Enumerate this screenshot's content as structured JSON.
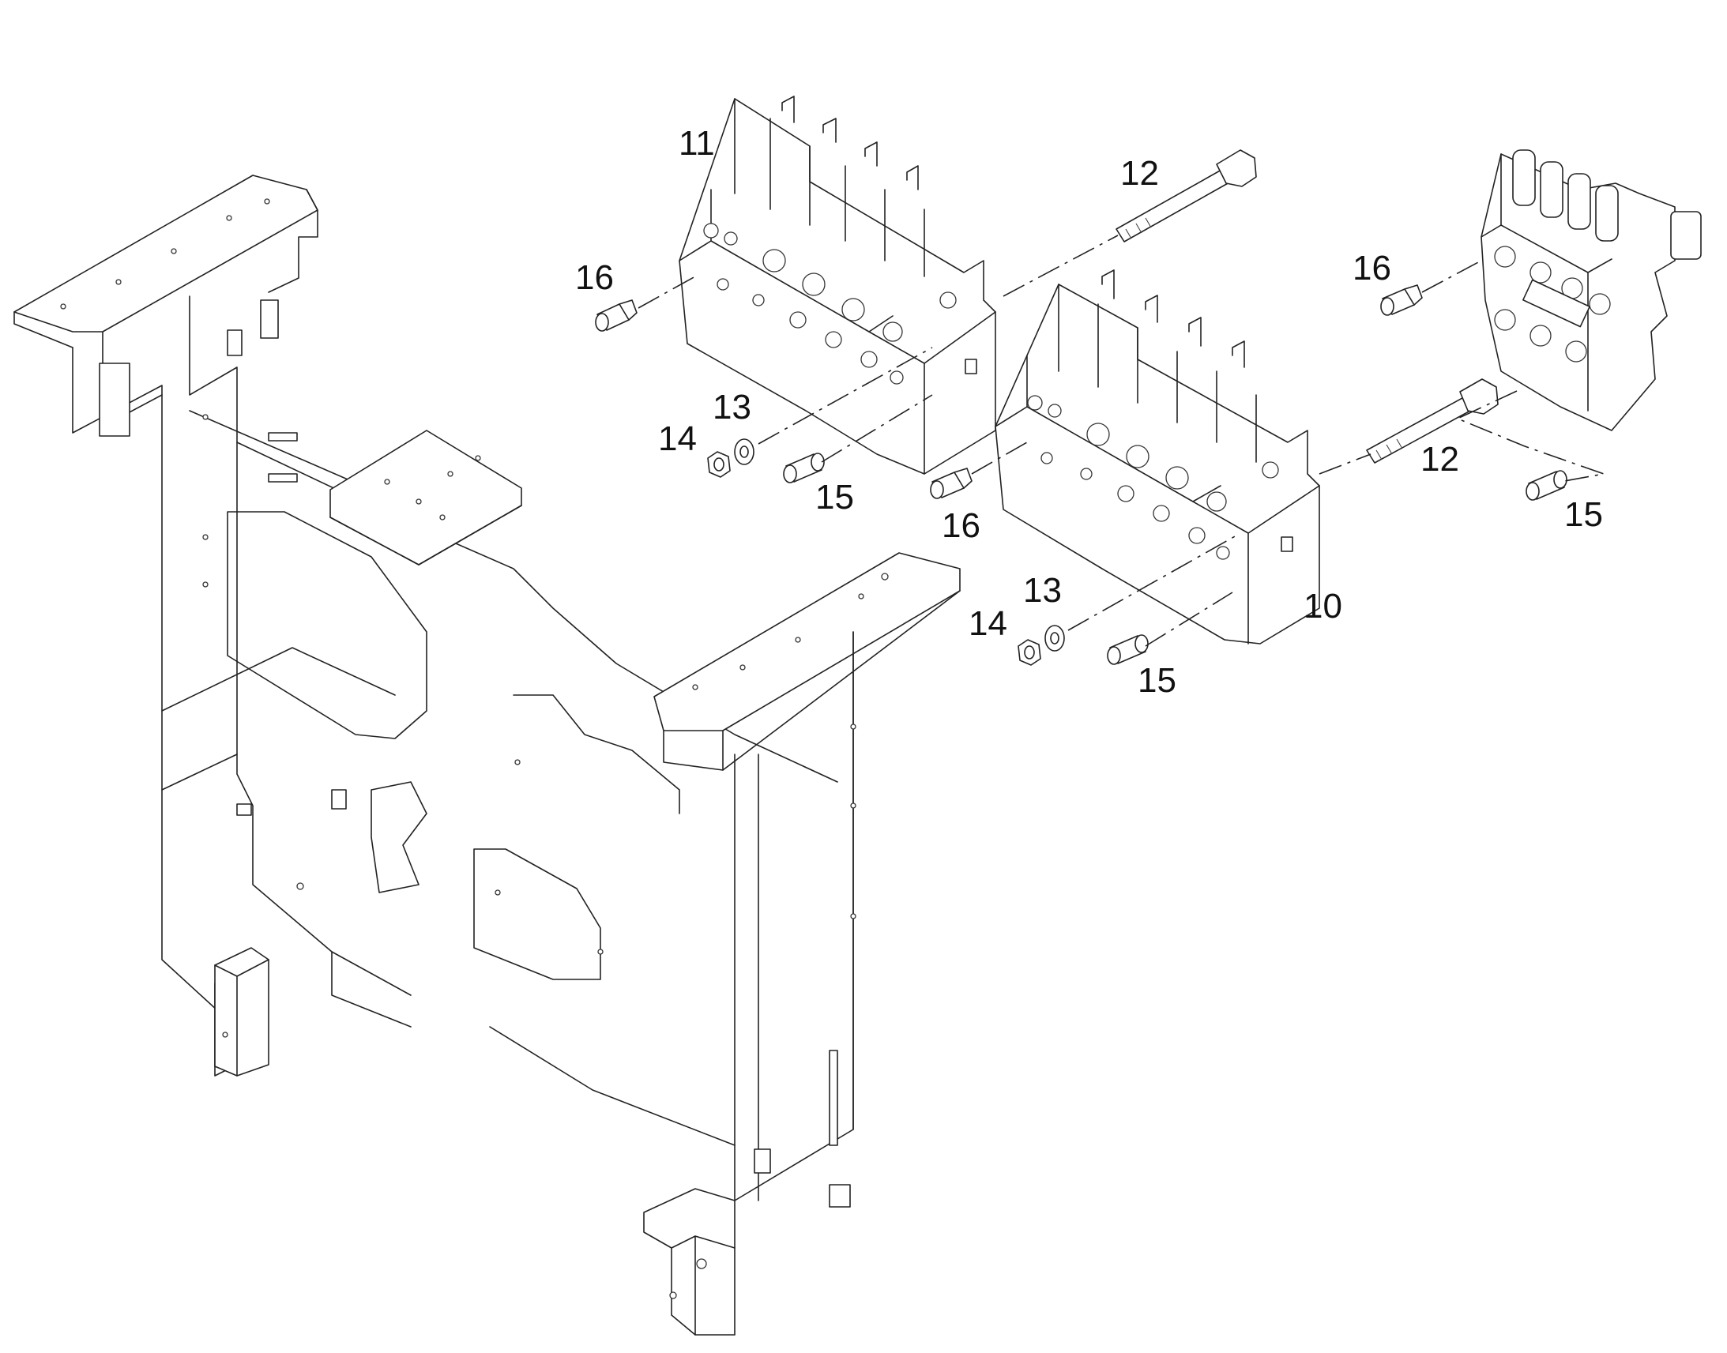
{
  "callouts": {
    "c11": "11",
    "c12_top": "12",
    "c16_a": "16",
    "c16_c": "16",
    "c13_a": "13",
    "c14_a": "14",
    "c15_a": "15",
    "c16_b": "16",
    "c12_right": "12",
    "c15_c": "15",
    "c13_b": "13",
    "c10": "10",
    "c14_b": "14",
    "c15_b": "15"
  }
}
